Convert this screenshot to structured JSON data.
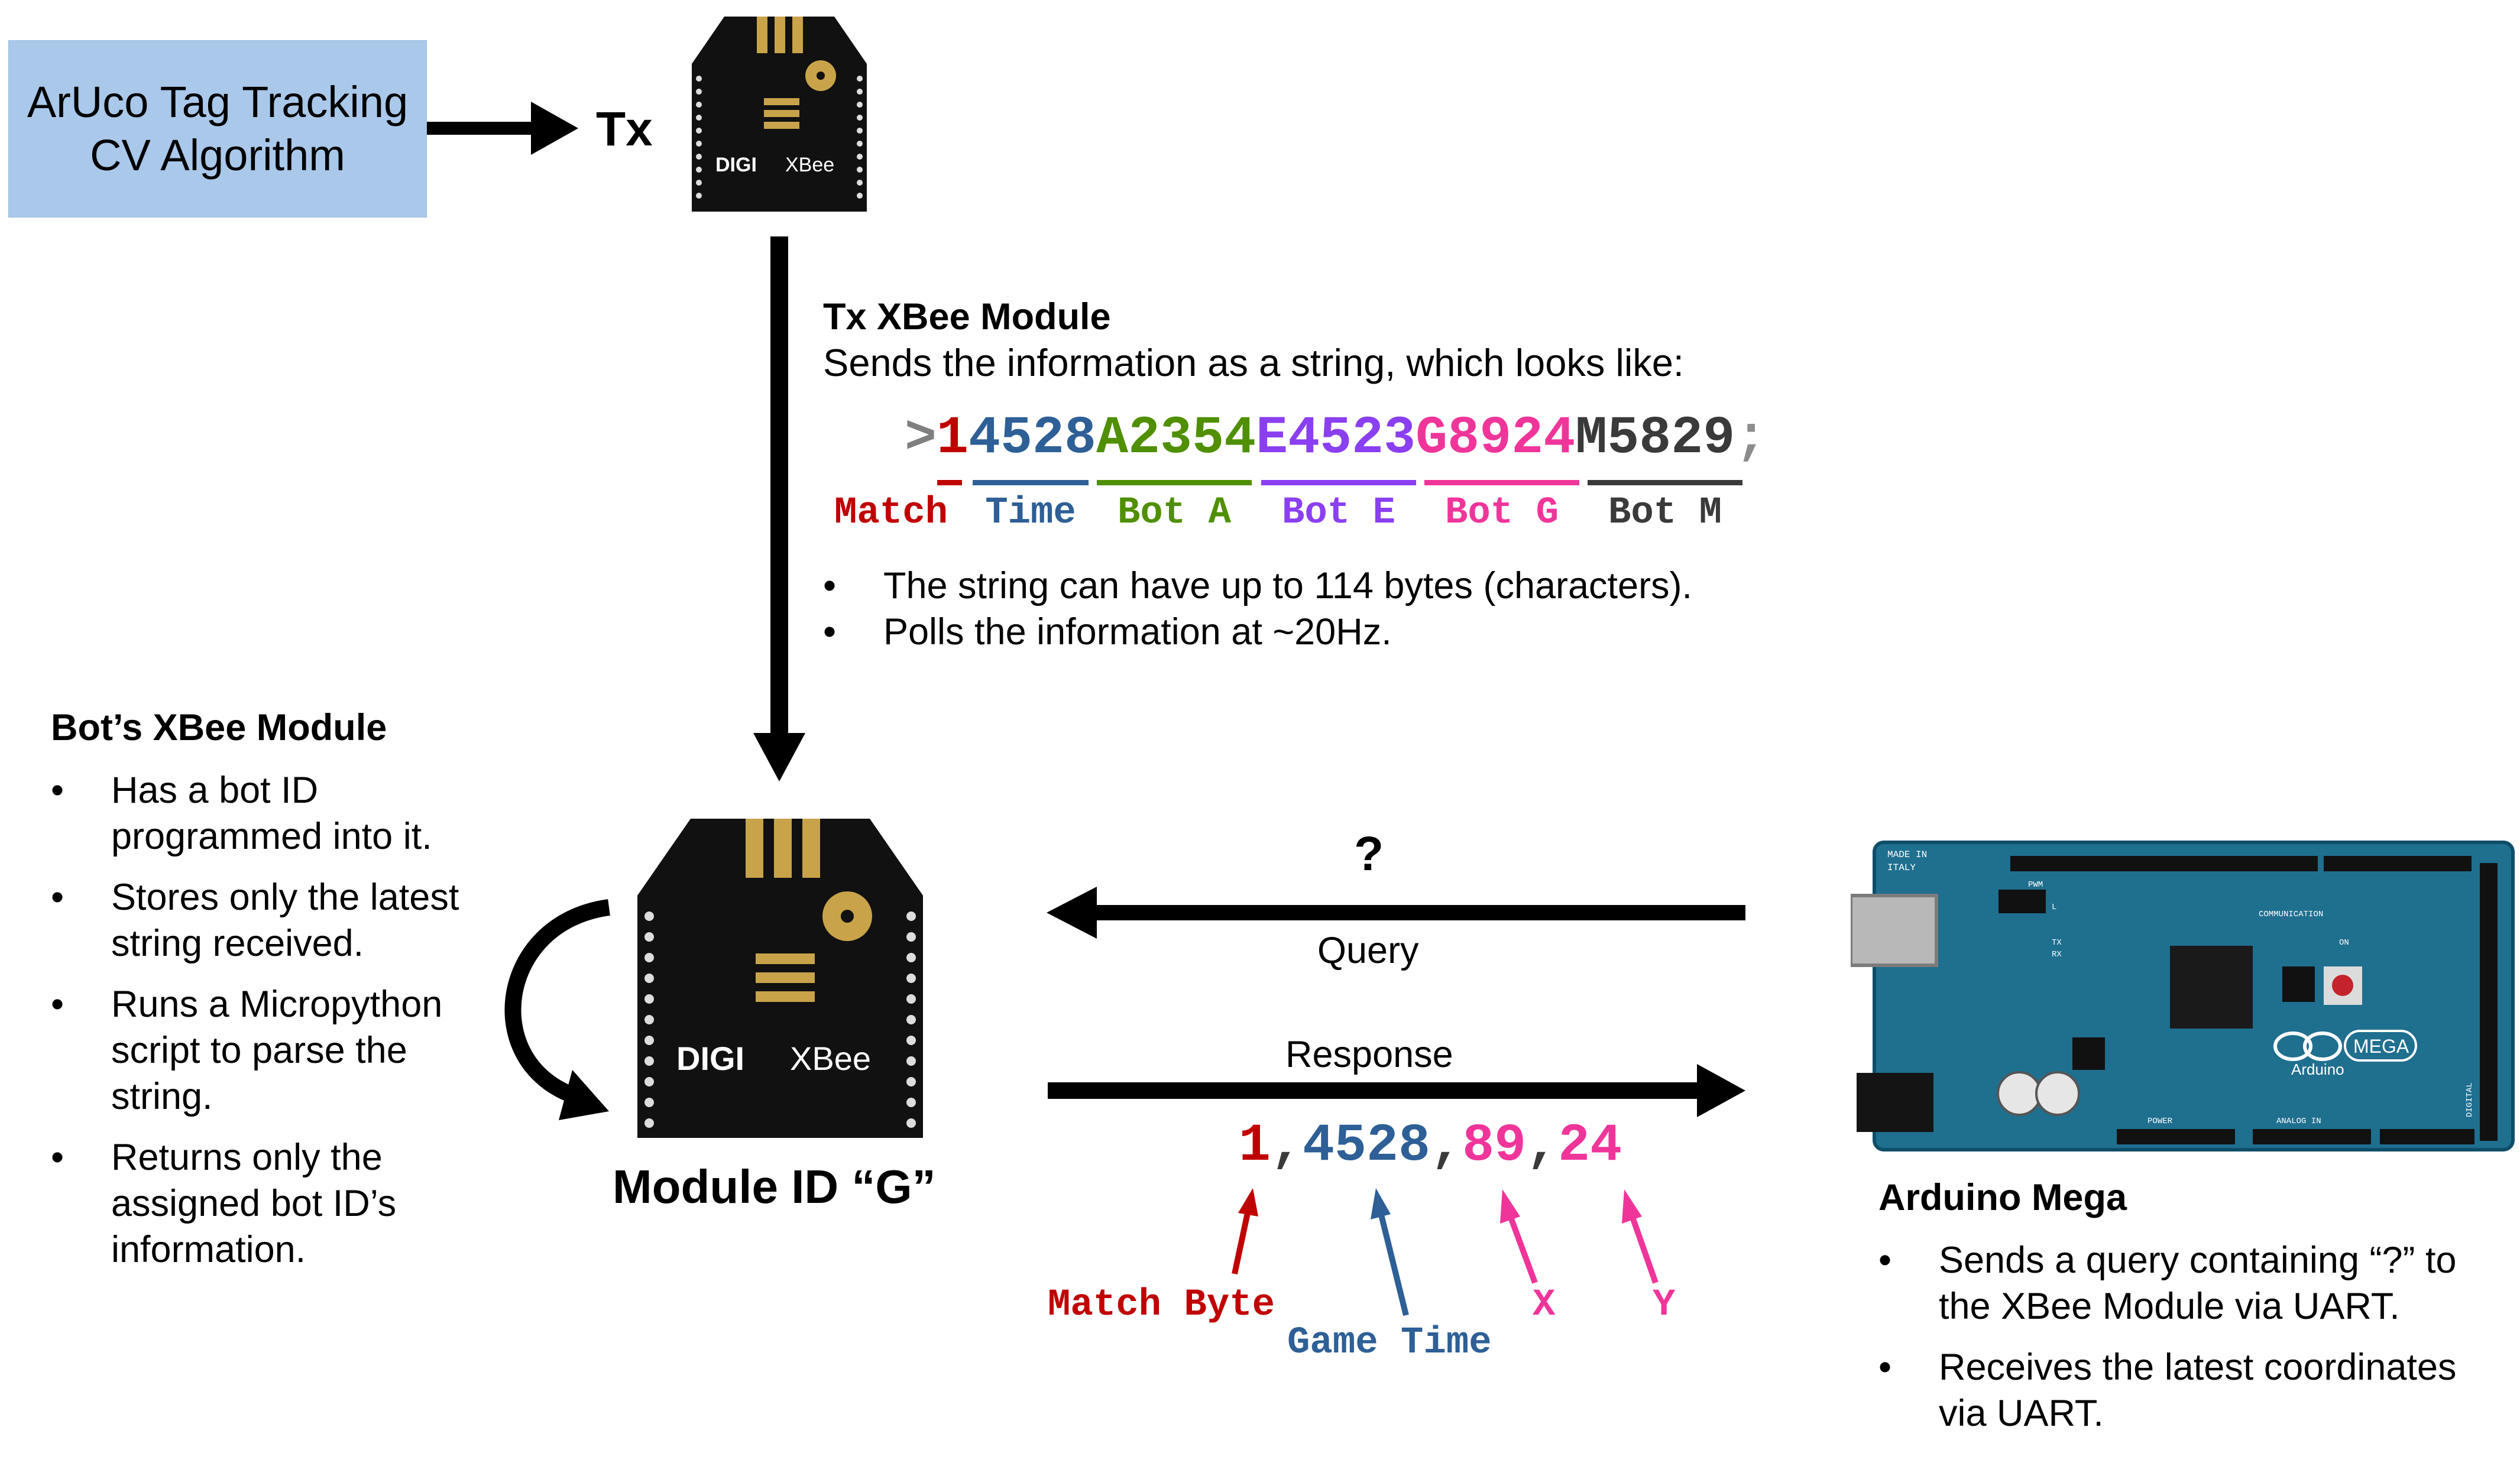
{
  "source_box": {
    "line1": "ArUco Tag Tracking",
    "line2": "CV Algorithm"
  },
  "tx_label": "Tx",
  "tx_module": {
    "title": "Tx XBee Module",
    "subtitle": "Sends the information as a string, which looks like:",
    "string_segments": [
      {
        "text": ">",
        "color": "#7f7f7f",
        "label": ""
      },
      {
        "text": "1",
        "color": "#c00000",
        "label": "Match"
      },
      {
        "text": "4528",
        "color": "#2e5f96",
        "label": "Time"
      },
      {
        "text": "A2354",
        "color": "#4f8f00",
        "label": "Bot A"
      },
      {
        "text": "E4523",
        "color": "#8a3ff0",
        "label": "Bot E"
      },
      {
        "text": "G8924",
        "color": "#f0359a",
        "label": "Bot G"
      },
      {
        "text": "M5829",
        "color": "#3a3a3a",
        "label": "Bot M"
      },
      {
        "text": ";",
        "color": "#8c8c8c",
        "label": ""
      }
    ],
    "bullets": [
      "The string can have up to 114 bytes (characters).",
      "Polls the information at ~20Hz."
    ]
  },
  "xbee_brand": {
    "digi": "DIGI",
    "xbee": "XBee"
  },
  "bot_module": {
    "title": "Bot’s XBee Module",
    "bullets": [
      "Has a bot ID programmed into it.",
      "Stores only the latest string received.",
      "Runs a Micropython script to parse the string.",
      "Returns only the assigned bot ID’s information."
    ],
    "module_id": "Module ID “G”"
  },
  "query": {
    "symbol": "?",
    "label": "Query"
  },
  "response": {
    "label": "Response",
    "parts": [
      {
        "text": "1",
        "color": "#c00000"
      },
      {
        "text": ",",
        "color": "#3a3a3a"
      },
      {
        "text": "4528",
        "color": "#2e5f96"
      },
      {
        "text": ",",
        "color": "#3a3a3a"
      },
      {
        "text": "89",
        "color": "#f0359a"
      },
      {
        "text": ",",
        "color": "#3a3a3a"
      },
      {
        "text": "24",
        "color": "#f0359a"
      }
    ],
    "annotations": {
      "match_byte": "Match Byte",
      "game_time": "Game Time",
      "x": "X",
      "y": "Y"
    }
  },
  "arduino": {
    "title": "Arduino Mega",
    "bullets": [
      "Sends a query containing “?” to the XBee Module via UART.",
      "Receives the latest coordinates via UART."
    ],
    "board": {
      "made_in": "MADE IN",
      "italy": "ITALY",
      "communication": "COMMUNICATION",
      "mega": "MEGA",
      "brand": "Arduino",
      "power": "POWER",
      "analog_in": "ANALOG IN",
      "digital": "DIGITAL",
      "pwm": "PWM",
      "tx": "TX",
      "rx": "RX",
      "l": "L",
      "on": "ON"
    }
  }
}
